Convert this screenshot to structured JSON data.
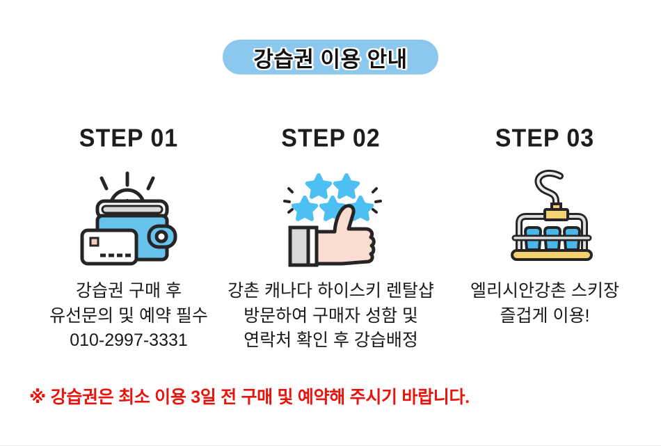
{
  "page": {
    "title_badge": "강습권 이용 안내",
    "notice": "※ 강습권은 최소 이용 3일 전 구매 및 예약해 주시기 바랍니다."
  },
  "steps": [
    {
      "label": "STEP 01",
      "icon": "wallet-payment-icon",
      "lines": [
        "강습권 구매 후",
        "유선문의 및 예약 필수",
        "010-2997-3331"
      ]
    },
    {
      "label": "STEP 02",
      "icon": "thumbs-up-stars-icon",
      "lines": [
        "강촌 캐나다 하이스키 렌탈샵",
        "방문하여 구매자 성함 및",
        "연락처 확인 후 강습배정"
      ]
    },
    {
      "label": "STEP 03",
      "icon": "ski-lift-chair-icon",
      "lines": [
        "엘리시안강촌 스키장",
        "즐겁게 이용!"
      ]
    }
  ],
  "colors": {
    "badge_blue": "#8CC8EE",
    "star_blue": "#4DBFF2",
    "wallet_blue": "#67C3EE",
    "seat_blue": "#4AB7EA",
    "lift_yellow": "#F4D171",
    "hand_pink": "#F9DCD2",
    "cuff_gray": "#D9D9D9",
    "outline_dark": "#272425",
    "notice_red": "#E8130C",
    "text_black": "#191919"
  }
}
